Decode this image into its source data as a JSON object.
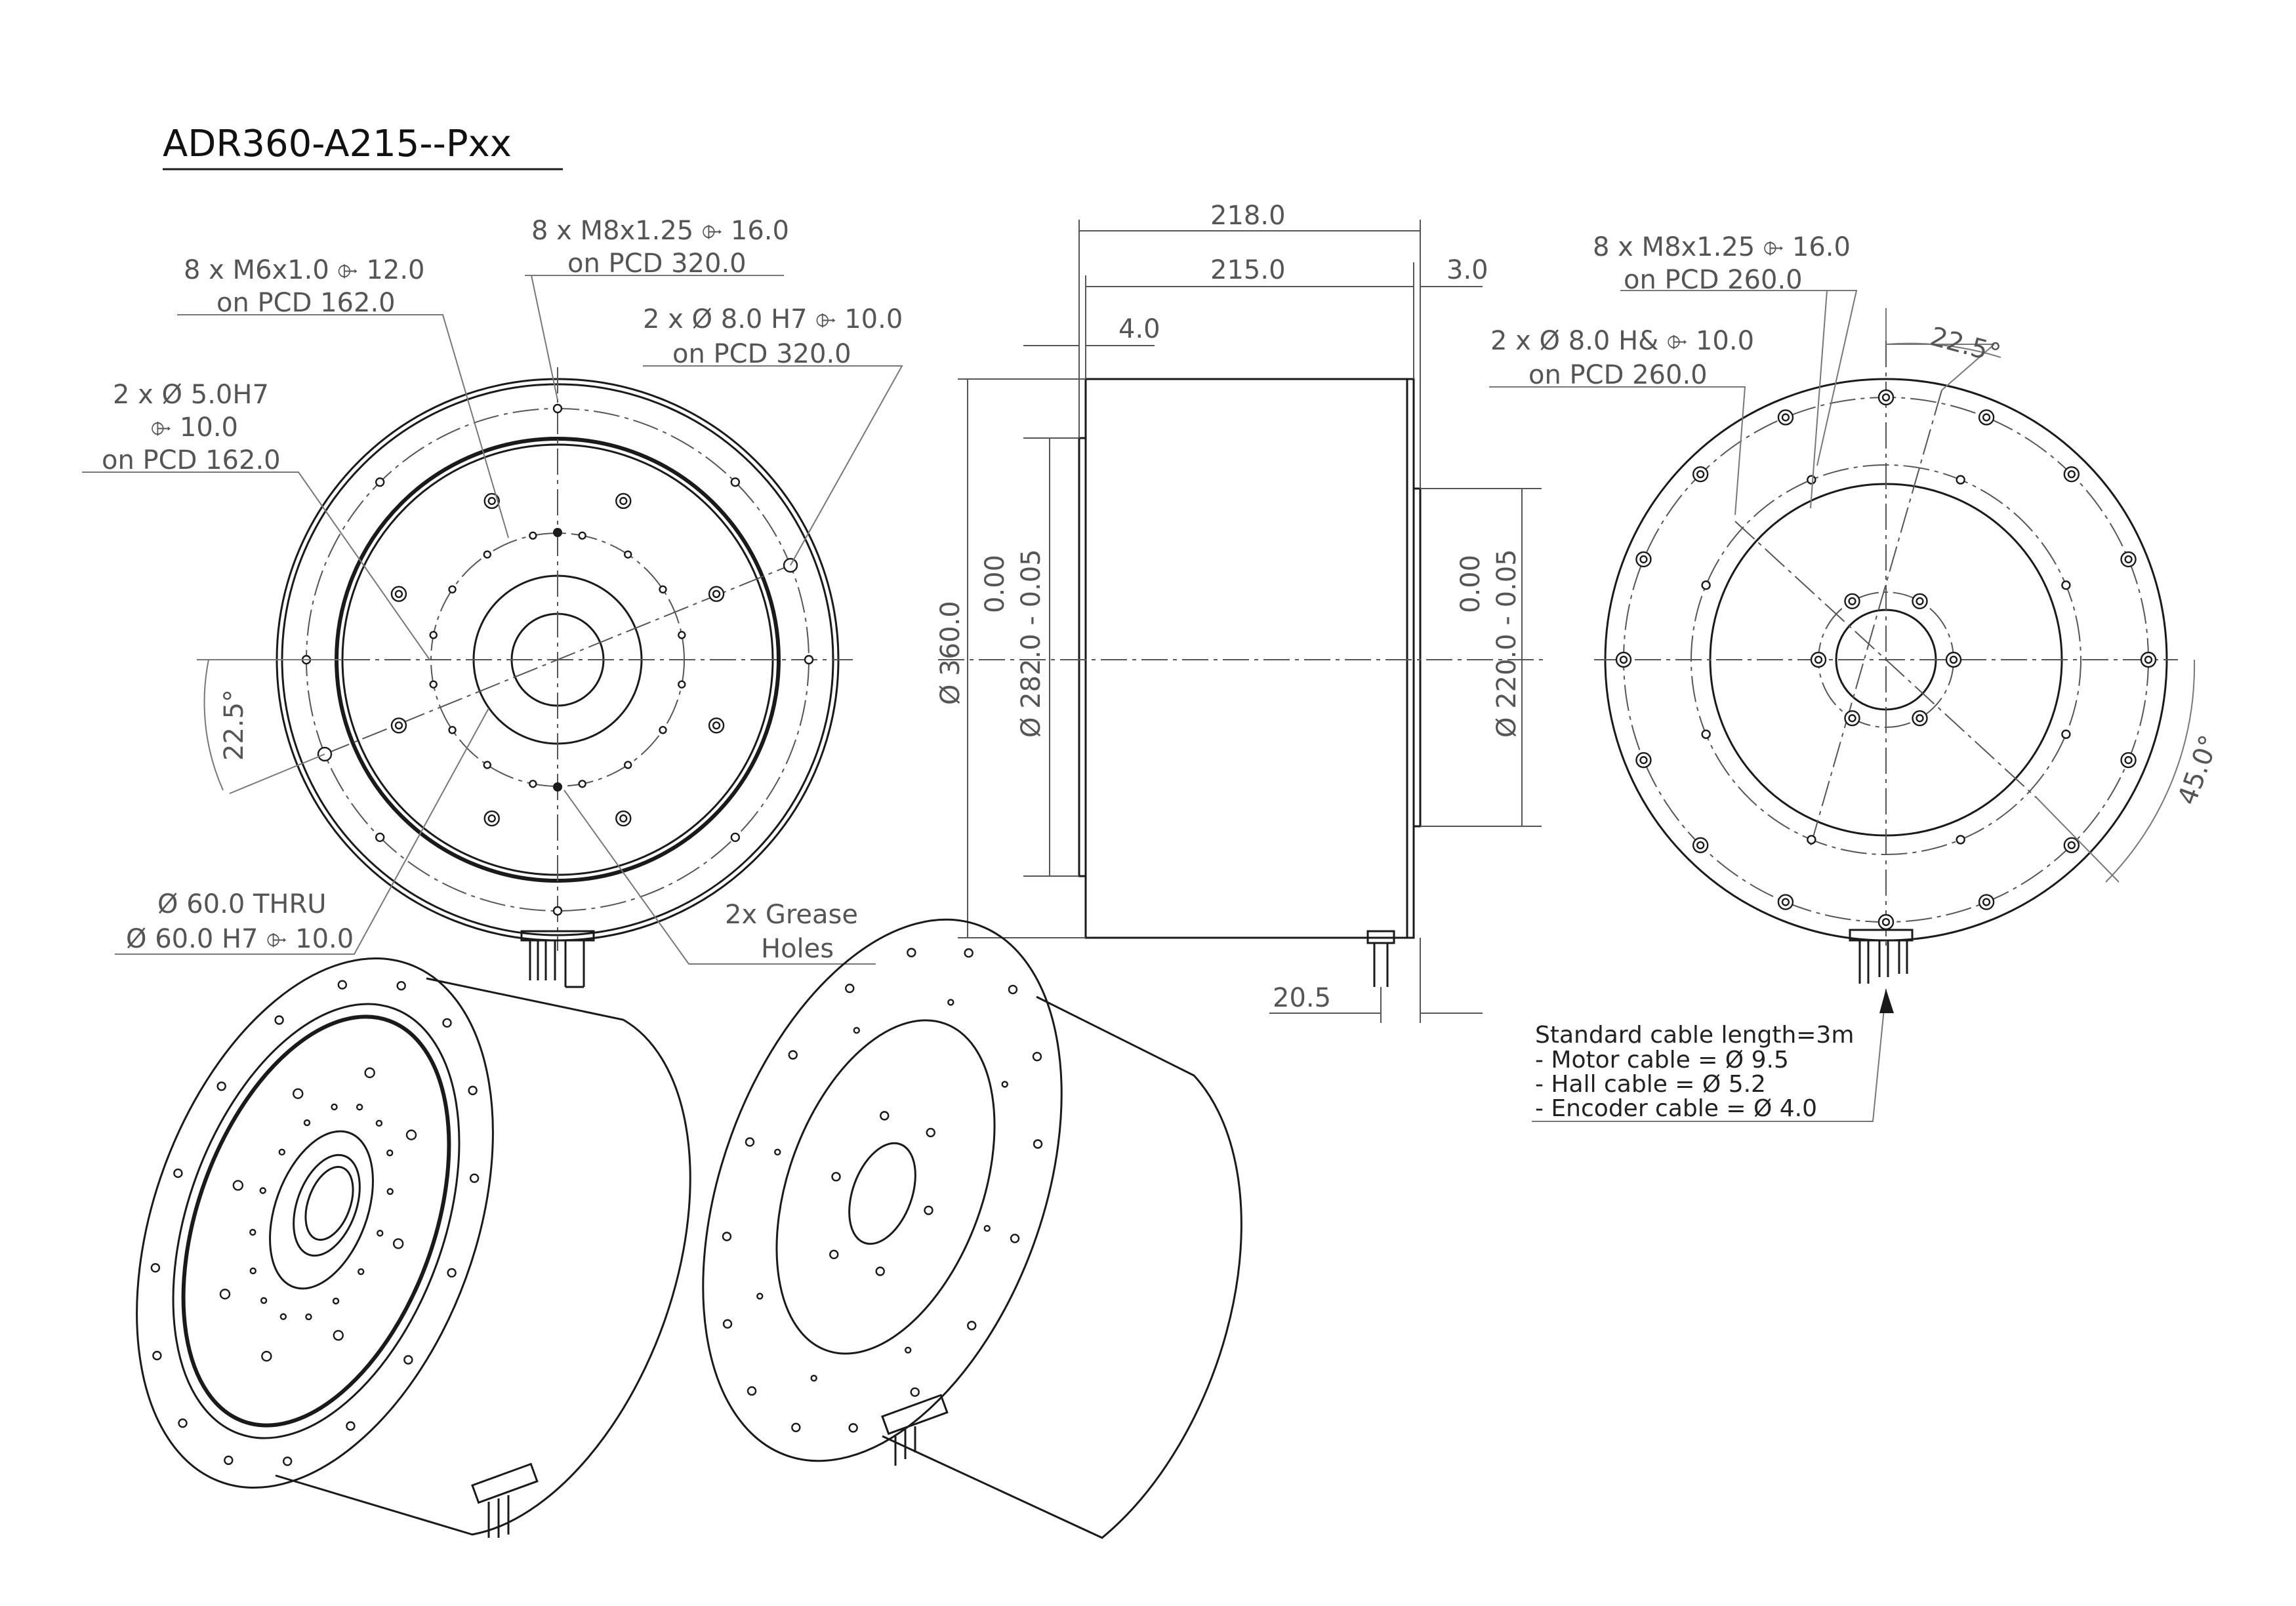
{
  "title": "ADR360-A215--Pxx",
  "front_view": {
    "label_m6": [
      "8 x M6x1.0 ⌱ 12.0",
      "on PCD 162.0"
    ],
    "label_m8": [
      "8 x M8x1.25 ⌱ 16.0",
      "on PCD 320.0"
    ],
    "label_pin": [
      "2 x Ø 8.0 H7 ⌱ 10.0",
      "on PCD 320.0"
    ],
    "label_pin5": [
      "2 x  Ø  5.0H7",
      "⌱ 10.0",
      "on PCD 162.0"
    ],
    "label_bore": [
      "Ø 60.0 THRU",
      "Ø 60.0 H7 ⌱ 10.0"
    ],
    "label_grease": [
      "2x Grease",
      "Holes"
    ],
    "angle": "22.5°"
  },
  "side_view": {
    "dim_218": "218.0",
    "dim_215": "215.0",
    "dim_3": "3.0",
    "dim_4": "4.0",
    "dim_20_5": "20.5",
    "dim_360": "Ø 360.0",
    "dim_282": [
      "0.00",
      "Ø 282.0 - 0.05"
    ],
    "dim_220": [
      "0.00",
      "Ø 220.0 - 0.05"
    ]
  },
  "rear_view": {
    "label_m8": [
      "8 x M8x1.25 ⌱ 16.0",
      "on PCD 260.0"
    ],
    "label_pin": [
      "2 x Ø 8.0 H& ⌱ 10.0",
      "on PCD 260.0"
    ],
    "angle_top": "22.5°",
    "angle_side": "45.0°"
  },
  "cable_note": [
    "Standard cable length=3m",
    "- Motor cable = Ø 9.5",
    "- Hall cable = Ø 5.2",
    "- Encoder cable = Ø 4.0"
  ]
}
